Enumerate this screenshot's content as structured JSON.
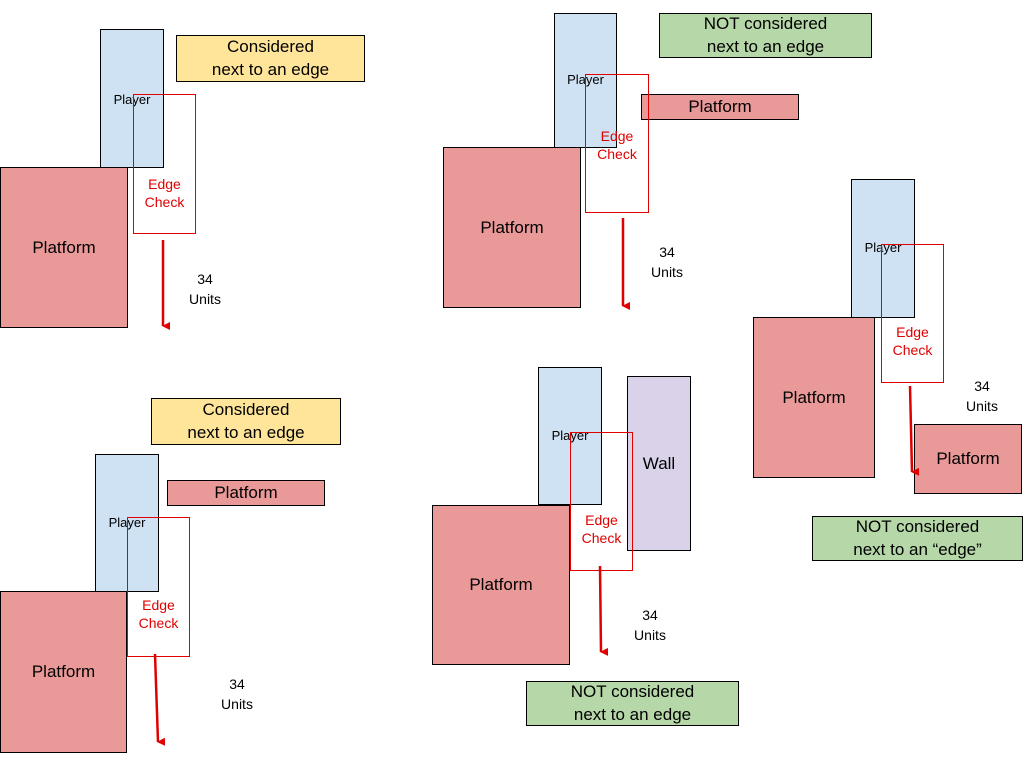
{
  "labels": {
    "player": "Player",
    "platform": "Platform",
    "wall": "Wall",
    "edge_check": "Edge\nCheck",
    "units": "34\nUnits"
  },
  "captions": {
    "considered": "Considered\nnext to an edge",
    "not_considered": "NOT considered\nnext to an edge",
    "not_considered_quoted": "NOT considered\nnext to an “edge”"
  },
  "colors": {
    "platform": "#ea9999",
    "player": "#cfe2f3",
    "wall": "#d9d2e9",
    "considered": "#ffe599",
    "not_considered": "#b6d7a8",
    "edge_check": "#e00000",
    "arrow": "#e00000"
  }
}
